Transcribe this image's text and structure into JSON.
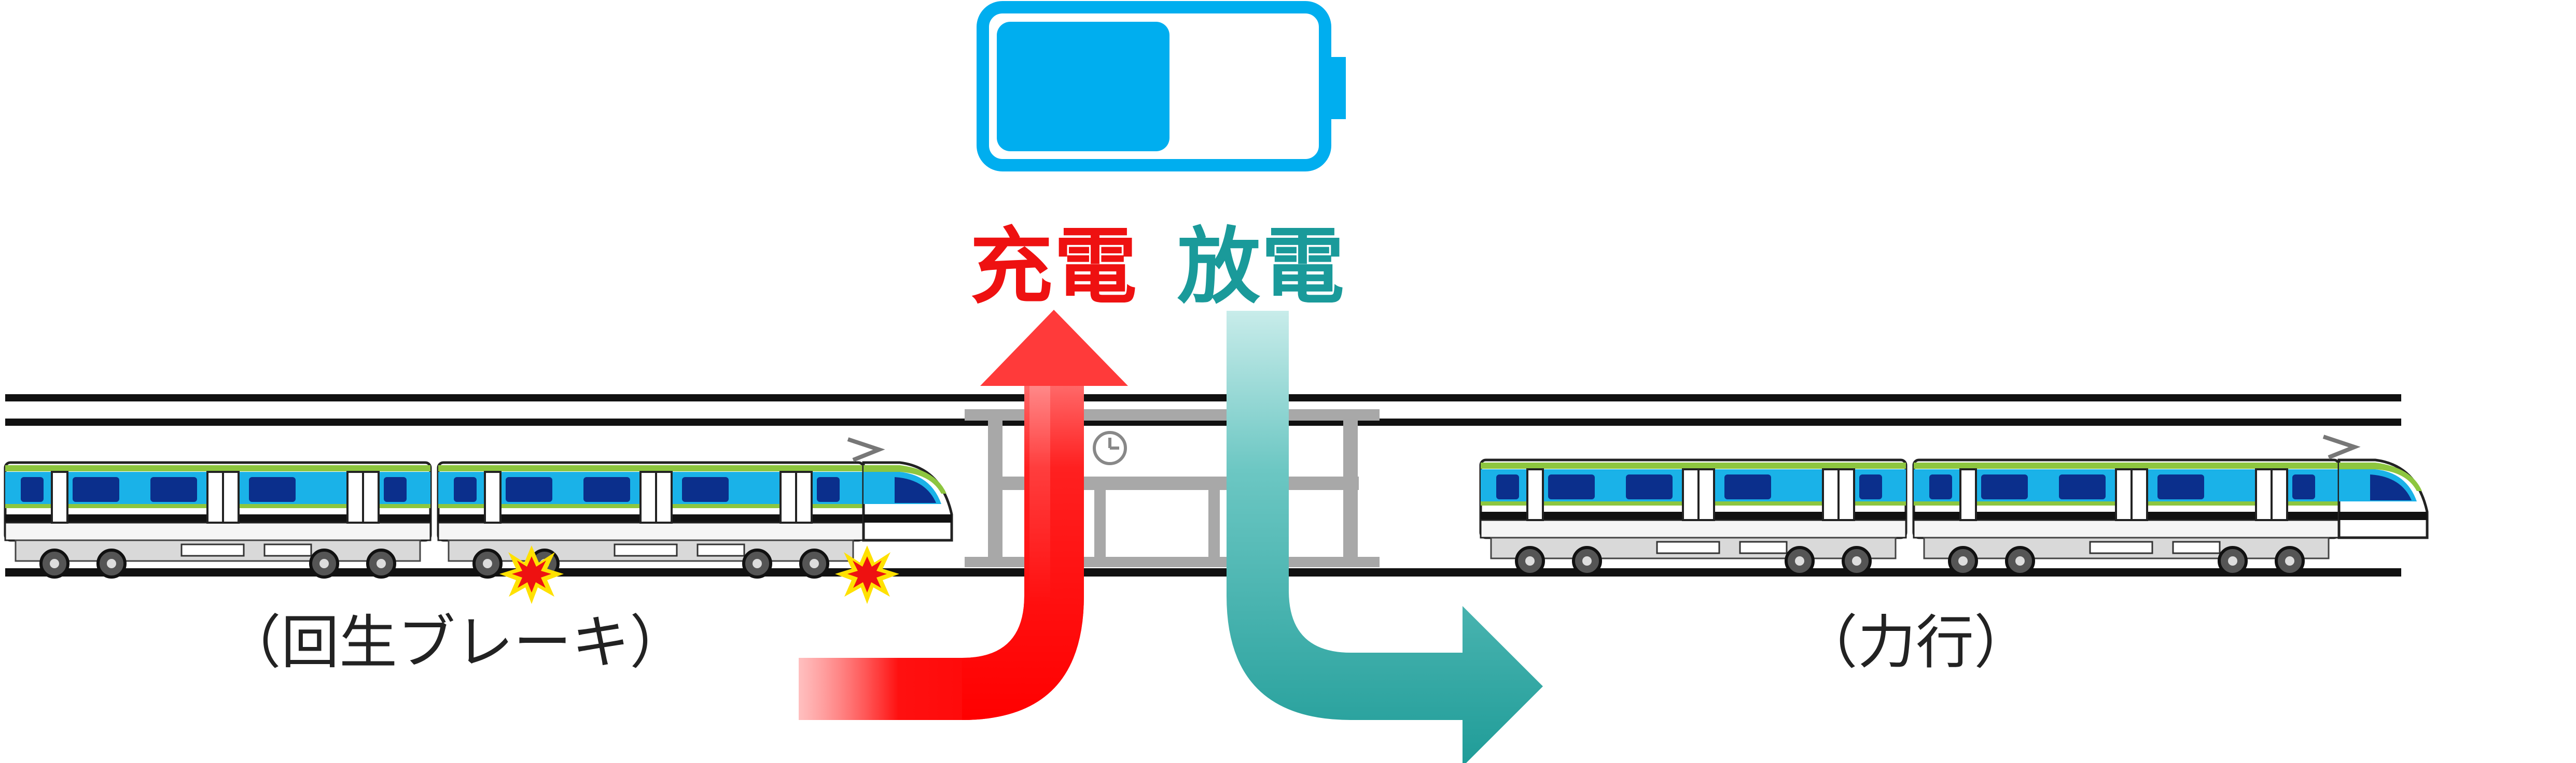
{
  "labels": {
    "charge": "充電",
    "discharge": "放電",
    "regen_brake": "（回生ブレーキ）",
    "powering": "（力行）"
  },
  "battery": {
    "level": 0.55,
    "color": "#00aeef"
  },
  "arrows": {
    "charge_color": "#ff0000",
    "discharge_color": "#139a96"
  },
  "icons": [
    "battery-icon",
    "station-building-icon",
    "clock-icon",
    "train-icon",
    "spark-icon"
  ]
}
